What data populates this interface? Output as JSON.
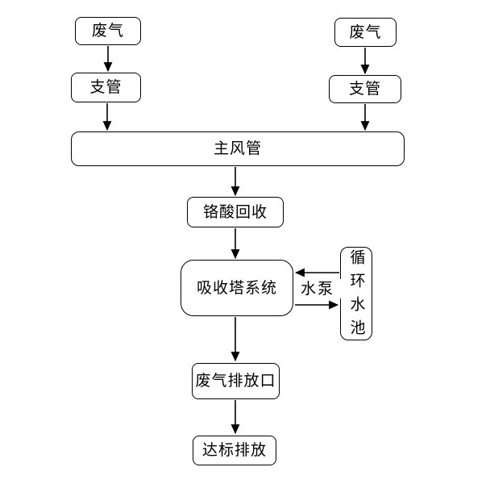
{
  "diagram": {
    "type": "flowchart",
    "colors": {
      "line": "#000000",
      "background": "#ffffff",
      "text": "#000000"
    },
    "nodes": {
      "waste_gas_left": "废气",
      "waste_gas_right": "废气",
      "branch_pipe_left": "支管",
      "branch_pipe_right": "支管",
      "main_air_duct": "主风管",
      "chromic_acid_recovery": "铬酸回收",
      "absorption_tower_system": "吸收塔系统",
      "circulation_water_pool": "循环水池",
      "waste_gas_outlet": "废气排放口",
      "standard_discharge": "达标排放"
    },
    "edge_labels": {
      "water_pump": "水泵"
    },
    "edges": [
      {
        "from": "waste_gas_left",
        "to": "branch_pipe_left"
      },
      {
        "from": "waste_gas_right",
        "to": "branch_pipe_right"
      },
      {
        "from": "branch_pipe_left",
        "to": "main_air_duct"
      },
      {
        "from": "branch_pipe_right",
        "to": "main_air_duct"
      },
      {
        "from": "main_air_duct",
        "to": "chromic_acid_recovery"
      },
      {
        "from": "chromic_acid_recovery",
        "to": "absorption_tower_system"
      },
      {
        "from": "circulation_water_pool",
        "to": "absorption_tower_system"
      },
      {
        "from": "absorption_tower_system",
        "to": "circulation_water_pool",
        "label": "水泵"
      },
      {
        "from": "absorption_tower_system",
        "to": "waste_gas_outlet"
      },
      {
        "from": "waste_gas_outlet",
        "to": "standard_discharge"
      }
    ]
  }
}
